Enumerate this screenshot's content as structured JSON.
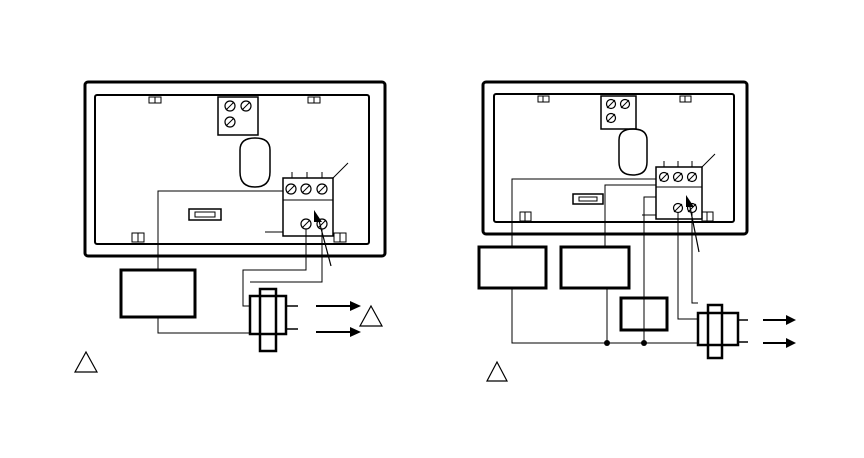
{
  "figure": {
    "background": "#ffffff",
    "ink": "#000000",
    "left_diagram": {
      "components": [
        "thermostat-base",
        "terminal-block",
        "slide-switch",
        "wire-opening",
        "relay-box",
        "transformer",
        "output-arrows",
        "note-triangle"
      ]
    },
    "right_diagram": {
      "components": [
        "thermostat-base",
        "terminal-block",
        "slide-switch",
        "wire-opening",
        "relay-box-1",
        "relay-box-2",
        "relay-box-3",
        "transformer",
        "output-arrows",
        "note-triangle",
        "junction-dots"
      ]
    }
  }
}
